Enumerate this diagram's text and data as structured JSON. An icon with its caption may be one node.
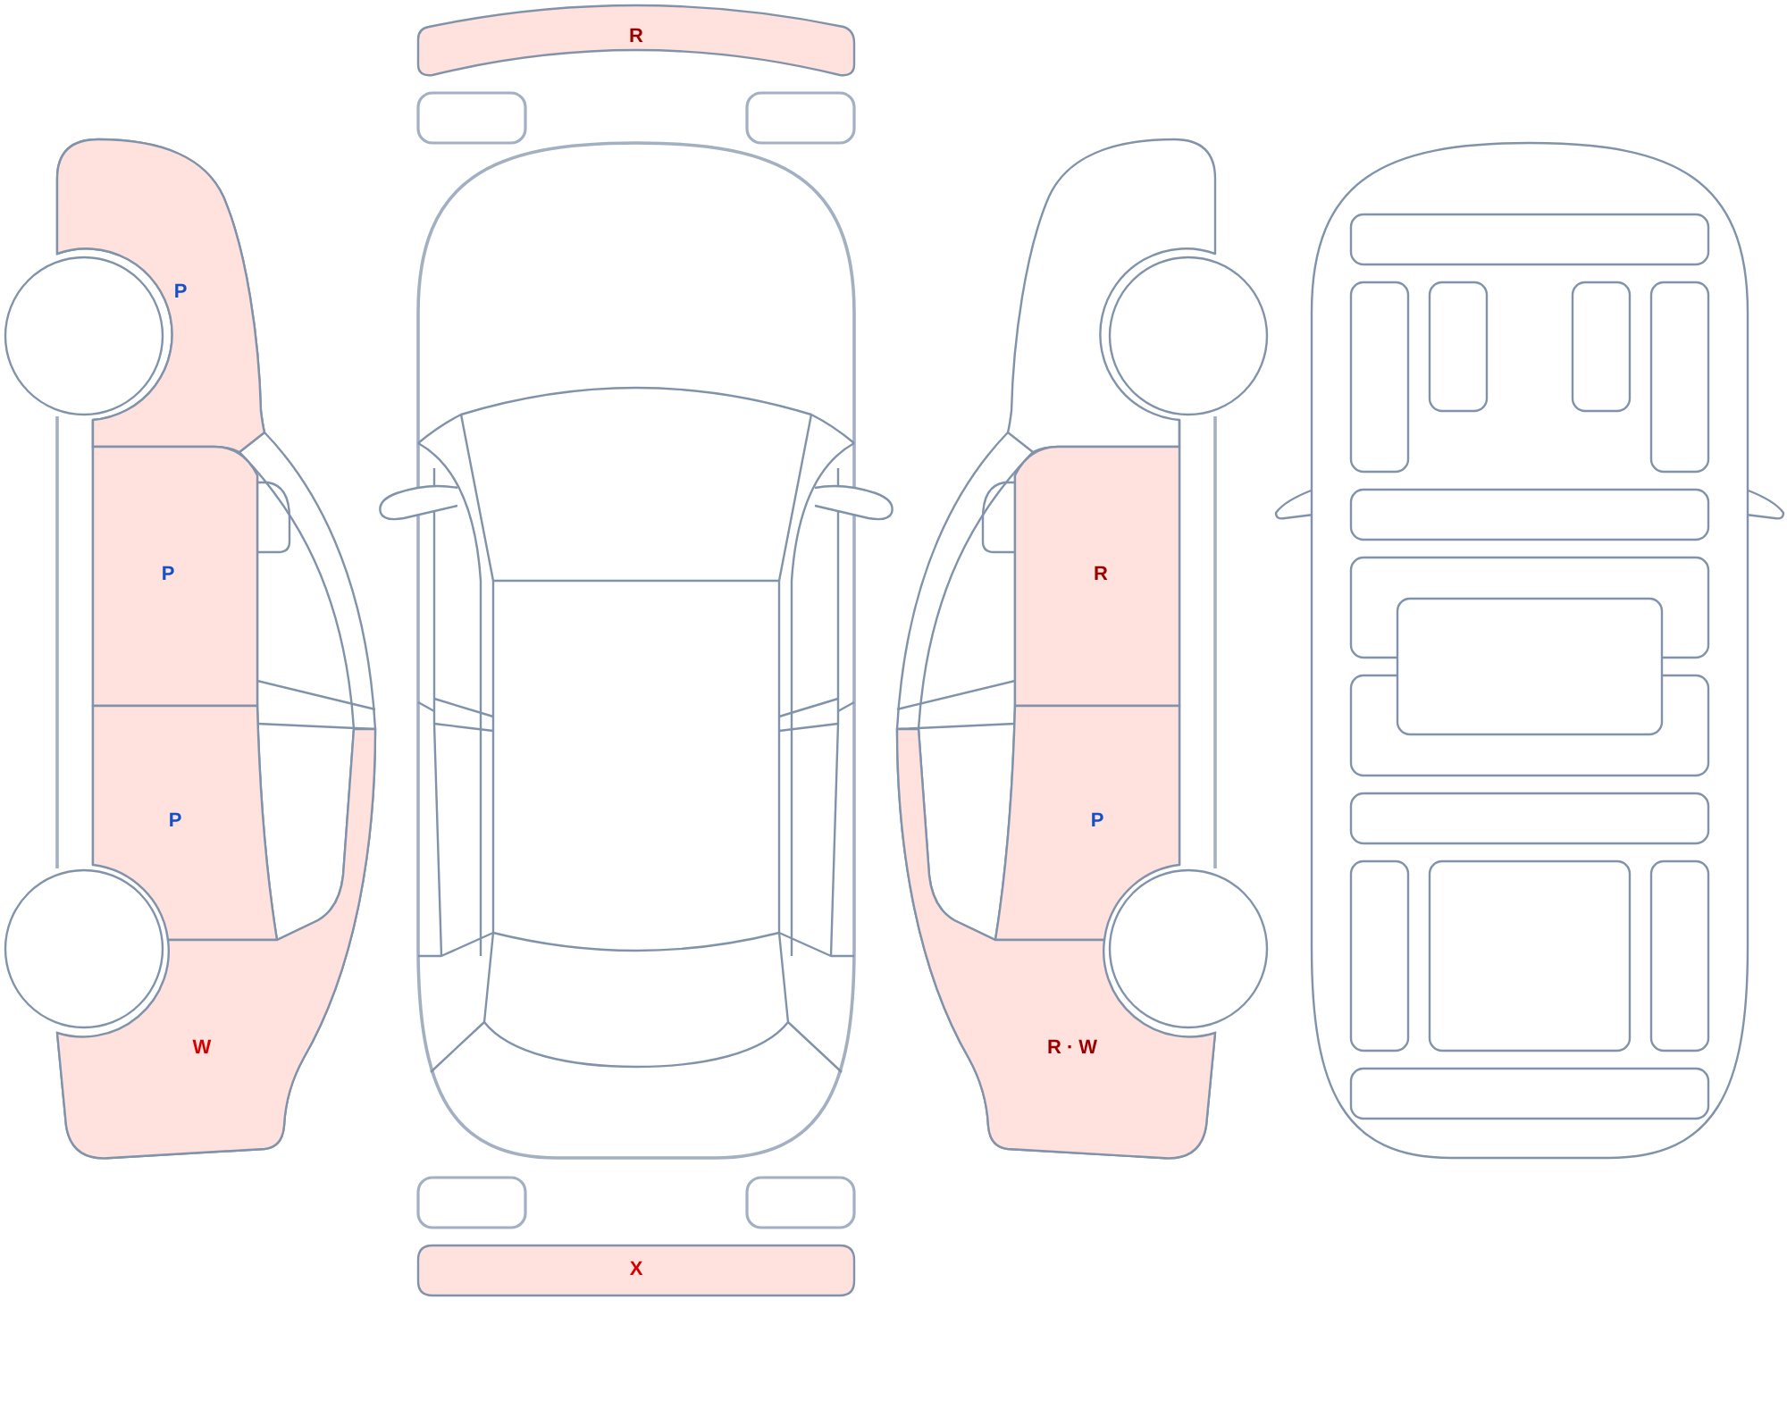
{
  "diagram": {
    "nodes": [
      {
        "text": [
          "R"
        ]
      },
      {
        "text": [
          "P"
        ]
      },
      {
        "text": [
          "P"
        ]
      },
      {
        "text": [
          "P"
        ]
      },
      {
        "text": [
          "W"
        ]
      },
      {
        "text": [
          "R"
        ]
      },
      {
        "text": [
          "P"
        ]
      },
      {
        "text": [
          "R · W"
        ]
      },
      {
        "text": [
          "X"
        ]
      }
    ]
  }
}
